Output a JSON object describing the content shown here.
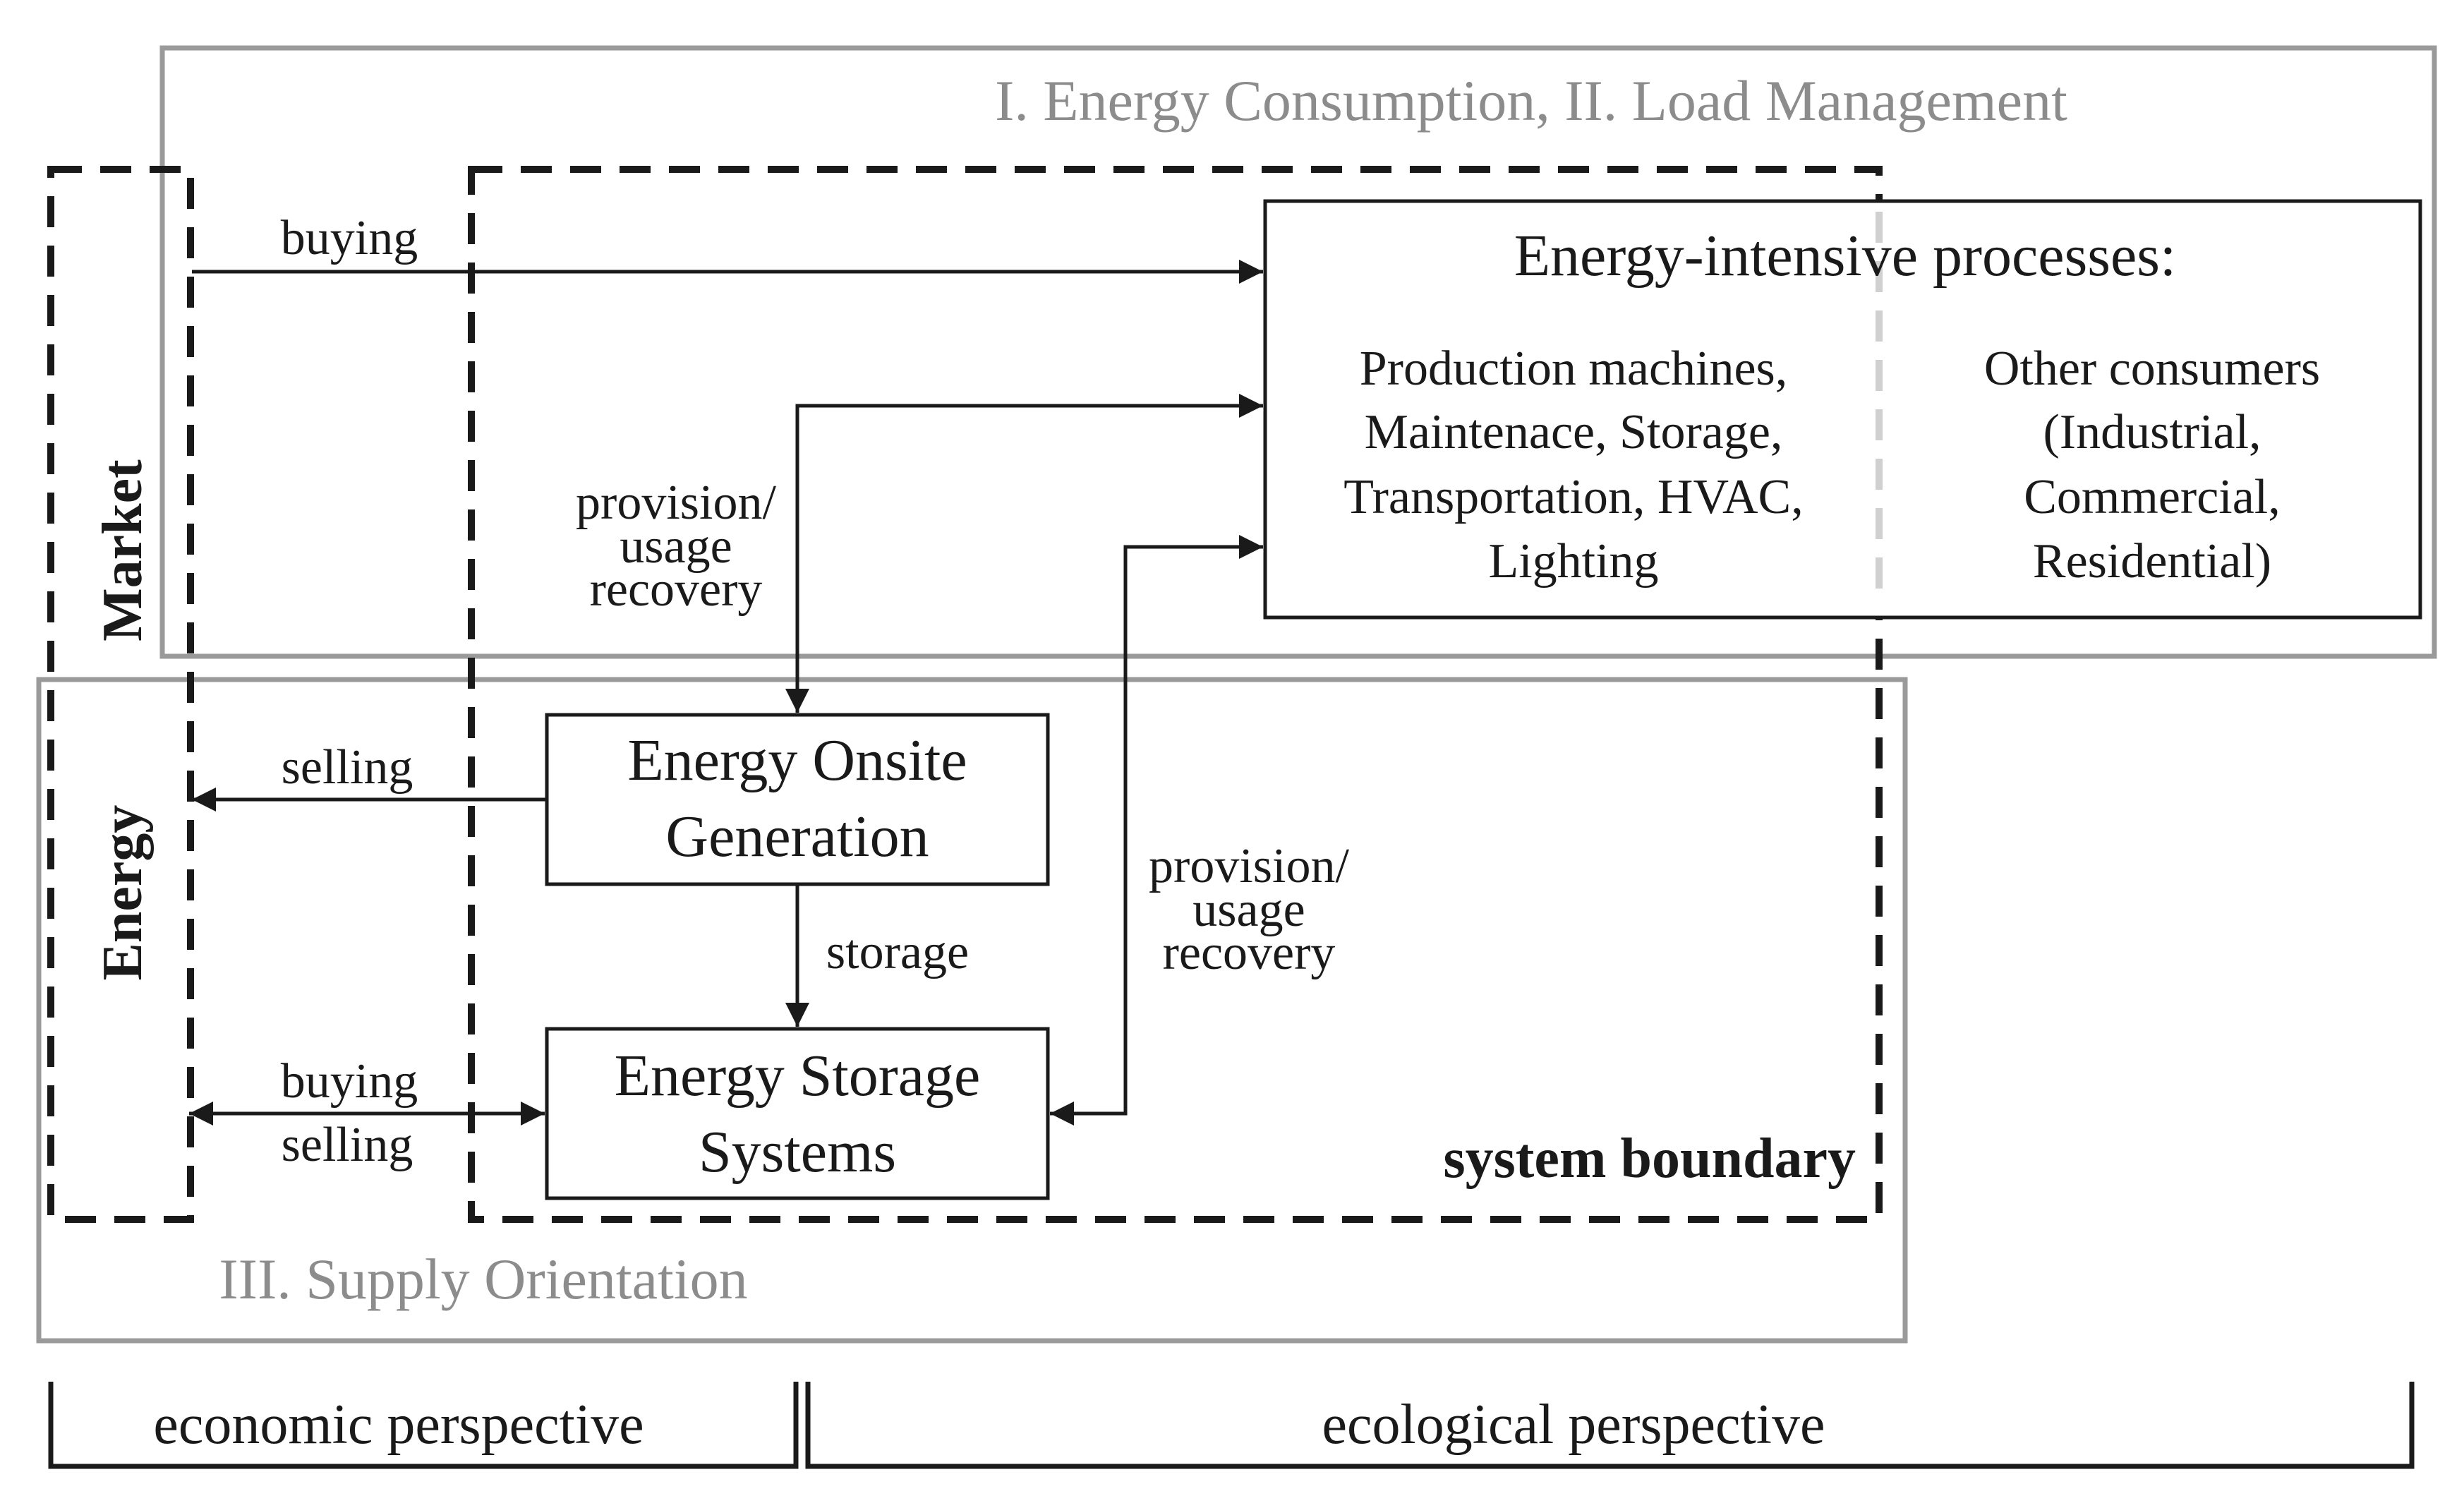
{
  "colors": {
    "ink": "#1a1a1a",
    "region_gray": "#9a9a9a",
    "region_text_gray": "#8c8c8c",
    "divider_gray": "#d0d0d0"
  },
  "regions": {
    "consumption_title": "I. Energy Consumption, II. Load Management",
    "supply_title": "III. Supply Orientation",
    "system_boundary": "system boundary",
    "market_line1": "Energy",
    "market_line2": "Market"
  },
  "processes": {
    "title": "Energy-intensive processes:",
    "left": [
      "Production machines,",
      "Maintenace, Storage,",
      "Transportation, HVAC,",
      "Lighting"
    ],
    "right": [
      "Other consumers",
      "(Industrial,",
      "Commercial,",
      "Residential)"
    ]
  },
  "boxes": {
    "generation": [
      "Energy Onsite",
      "Generation"
    ],
    "storage_system": [
      "Energy Storage",
      "Systems"
    ]
  },
  "flows": {
    "buying_top": "buying",
    "selling_mid": "selling",
    "buying_bottom": "buying",
    "selling_bottom": "selling",
    "storage": "storage",
    "provision_left": [
      "provision/",
      "usage",
      "recovery"
    ],
    "provision_right": [
      "provision/",
      "usage",
      "recovery"
    ]
  },
  "perspectives": {
    "economic": "economic perspective",
    "ecological": "ecological perspective"
  }
}
